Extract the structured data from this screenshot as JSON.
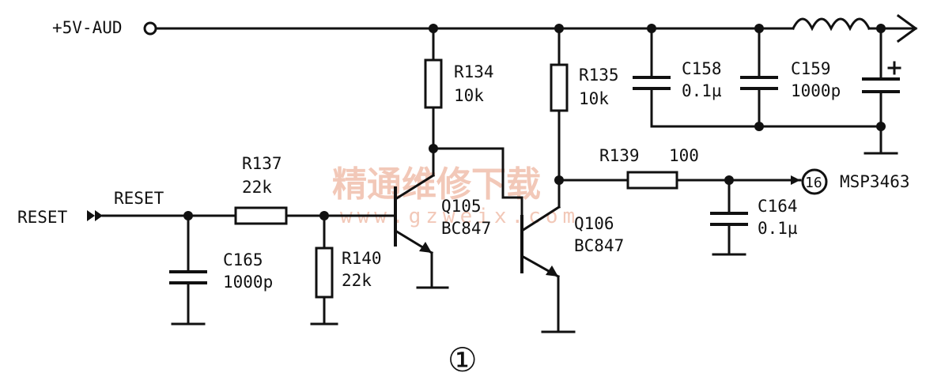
{
  "supply": {
    "label": "+5V-AUD"
  },
  "reset": {
    "input_label": "RESET",
    "net_label": "RESET"
  },
  "resistors": [
    {
      "ref": "R134",
      "value": "10k"
    },
    {
      "ref": "R135",
      "value": "10k"
    },
    {
      "ref": "R137",
      "value": "22k"
    },
    {
      "ref": "R140",
      "value": "22k"
    },
    {
      "ref": "R139",
      "value": "100"
    }
  ],
  "capacitors": [
    {
      "ref": "C158",
      "value": "0.1µ"
    },
    {
      "ref": "C159",
      "value": "1000p"
    },
    {
      "ref": "C164",
      "value": "0.1µ"
    },
    {
      "ref": "C165",
      "value": "1000p"
    }
  ],
  "transistors": [
    {
      "ref": "Q105",
      "part": "BC847"
    },
    {
      "ref": "Q106",
      "part": "BC847"
    }
  ],
  "output": {
    "pin": "16",
    "chip": "MSP3463"
  },
  "figure": {
    "number": "①"
  },
  "watermark": {
    "text": "精通维修下载",
    "url": "www.gzweix.com"
  }
}
